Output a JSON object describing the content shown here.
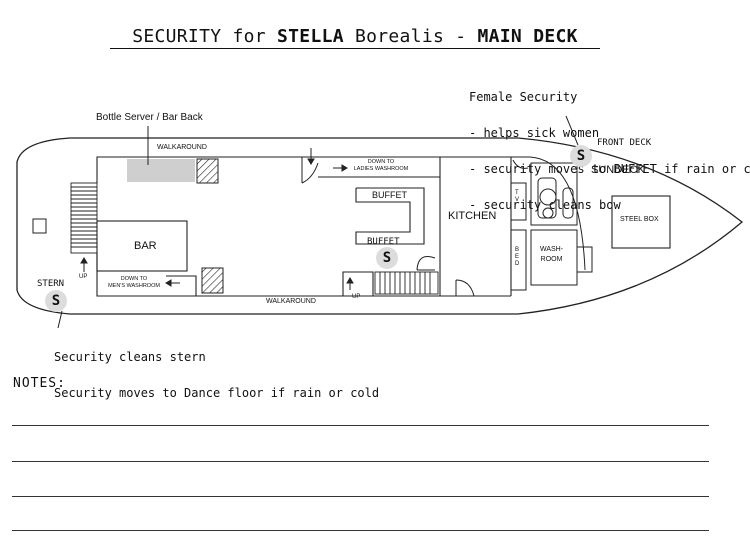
{
  "title": {
    "prefix": "SECURITY for ",
    "ship_bold": "STELLA",
    "ship_rest": " Borealis - ",
    "deck": "MAIN DECK"
  },
  "female_security": {
    "heading": "Female Security",
    "items": [
      "- helps sick women",
      "- security moves to BUFFET if rain or cold",
      "- security cleans bow"
    ]
  },
  "stern_notes": [
    "Security cleans stern",
    "Security moves to Dance floor if rain or cold"
  ],
  "labels": {
    "bottle_server": "Bottle Server / Bar Back",
    "walkaround_top": "WALKAROUND",
    "walkaround_bottom": "WALKAROUND",
    "down_ladies_1": "DOWN TO",
    "down_ladies_2": "LADIES WASHROOM",
    "down_mens_1": "DOWN TO",
    "down_mens_2": "MEN'S WASHROOM",
    "buffet_room": "BUFFET",
    "buffet_station": "BUFFET",
    "bar": "BAR",
    "kitchen": "KITCHEN",
    "tv": "T\nV",
    "bed": "B\nE\nD",
    "washroom_1": "WASH-",
    "washroom_2": "ROOM",
    "steel_box": "STEEL BOX",
    "sundeck": "SUNDECK",
    "front_deck": "FRONT DECK",
    "stern": "STERN",
    "up_left": "UP",
    "up_bottom": "UP"
  },
  "security_marker": "S",
  "notes": {
    "heading": "NOTES:",
    "line_count": 4
  }
}
